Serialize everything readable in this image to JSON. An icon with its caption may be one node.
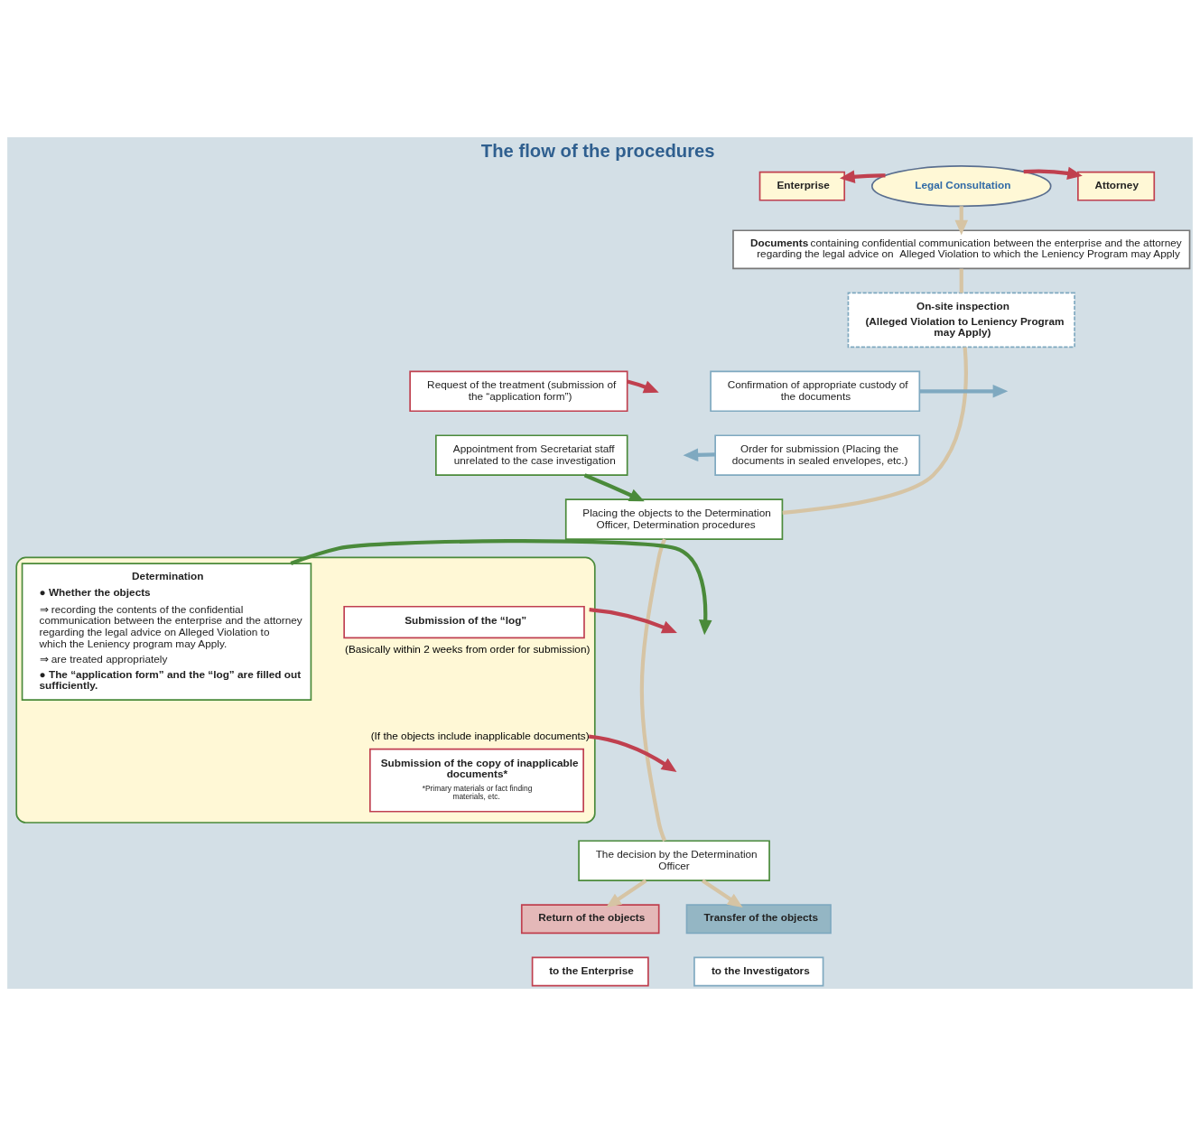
{
  "diagram": {
    "title": "The flow of the procedures",
    "nodes": [
      {
        "text": [
          "Enterprise"
        ]
      },
      {
        "text": [
          "Legal Consultation"
        ]
      },
      {
        "text": [
          "Attorney"
        ]
      },
      {
        "text": [
          "**Documents**  containing confidential communication between the enterprise and the attorney regarding the legal advice on  Alleged Violation to which the Leniency Program may Apply"
        ]
      },
      {
        "text": [
          "On-site inspection",
          "(Alleged Violation to Leniency Program may Apply)"
        ]
      },
      {
        "text": [
          "Request of the treatment (submission of the “application form”)"
        ]
      },
      {
        "text": [
          "Confirmation of appropriate custody of the documents"
        ]
      },
      {
        "text": [
          "Appointment from Secretariat staff unrelated to the case investigation"
        ]
      },
      {
        "text": [
          "Order for submission (Placing the documents in sealed envelopes, etc.)"
        ]
      },
      {
        "text": [
          "Placing the objects to the Determination Officer, Determination procedures"
        ]
      },
      {
        "text": [],
        "shape": "box"
      },
      {
        "text": [
          "Submission of the “log”"
        ],
        "in": 10,
        "beside": [
          "(Basically within 2 weeks from order for submission)"
        ]
      },
      {
        "text": [
          "Submission of the copy of inapplicable documents*",
          "*Primary materials or fact finding materials, etc."
        ],
        "in": 10,
        "beside": [
          "(If the objects include inapplicable documents)"
        ]
      },
      {
        "text": [
          "Determination",
          "● Whether the objects",
          "⇒ recording the contents of the confidential communication between the enterprise and the attorney regarding the legal advice on Alleged Violation to which the Leniency program may Apply.",
          "⇒ are treated appropriately",
          "● The “application form” and the “log” are filled out sufficiently."
        ],
        "in": 10
      },
      {
        "text": [
          "The decision by the Determination Officer"
        ]
      },
      {
        "text": [
          "Return of the objects"
        ]
      },
      {
        "text": [
          "to the Enterprise"
        ]
      },
      {
        "text": [
          "Transfer of the objects"
        ]
      },
      {
        "text": [
          "to the Investigators"
        ]
      }
    ],
    "edges": [
      {
        "from": 1,
        "to": 0,
        "arrow": "to",
        "color": "#c0404f"
      },
      {
        "from": 1,
        "to": 2,
        "arrow": "to",
        "color": "#c0404f"
      },
      {
        "from": 1,
        "to": 3,
        "arrow": "to"
      },
      {
        "from": 3,
        "to": 4,
        "arrow": "none"
      },
      {
        "from": 4,
        "to": 9,
        "arrow": "none"
      },
      {
        "from": 5,
        "to": null,
        "arrow": "to",
        "color": "#c0404f"
      },
      {
        "from": 6,
        "to": null,
        "arrow": "to",
        "color": "#7fa9c0"
      },
      {
        "from": 8,
        "to": null,
        "arrow": "to",
        "color": "#7fa9c0"
      },
      {
        "from": 7,
        "to": 9,
        "arrow": "to",
        "color": "#4a8a3a"
      },
      {
        "from": 9,
        "to": 14,
        "arrow": "none"
      },
      {
        "from": 11,
        "to": null,
        "arrow": "to",
        "color": "#c0404f"
      },
      {
        "from": 13,
        "to": null,
        "arrow": "to",
        "color": "#4a8a3a"
      },
      {
        "from": 12,
        "to": null,
        "arrow": "to",
        "color": "#c0404f"
      },
      {
        "from": 14,
        "to": 15,
        "arrow": "to"
      },
      {
        "from": 14,
        "to": 17,
        "arrow": "to"
      }
    ]
  }
}
